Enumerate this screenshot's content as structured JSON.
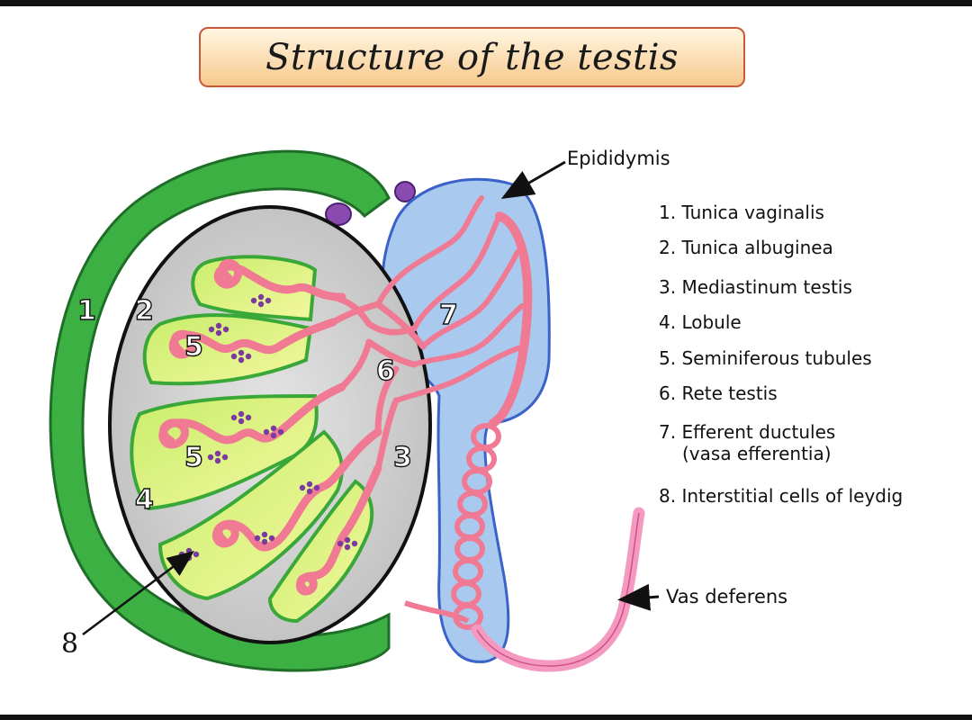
{
  "title": "Structure of the testis",
  "callouts": {
    "epididymis": "Epididymis",
    "vas_deferens": "Vas deferens",
    "markers": [
      "1",
      "2",
      "3",
      "4",
      "5",
      "5",
      "6",
      "7",
      "8"
    ]
  },
  "legend": [
    {
      "text": "1. Tunica vaginalis"
    },
    {
      "text": "2. Tunica albuginea"
    },
    {
      "text": "3. Mediastinum testis"
    },
    {
      "text": "4. Lobule"
    },
    {
      "text": "5. Seminiferous tubules"
    },
    {
      "text": "6. Rete testis"
    },
    {
      "text": "7. Efferent ductules",
      "continuation": "(vasa efferentia)"
    },
    {
      "text": "8. Interstitial cells of leydig"
    }
  ],
  "colors": {
    "tunica_vaginalis": "#3cb043",
    "testis_body": "#d2d2d2",
    "lobule": "#b9e55a",
    "tubule": "#f07a94",
    "epididymis": "#a9c9ee",
    "vas_deferens": "#f49ac0",
    "title_border": "#c85a3c",
    "appendix": "#8a4ab0"
  }
}
